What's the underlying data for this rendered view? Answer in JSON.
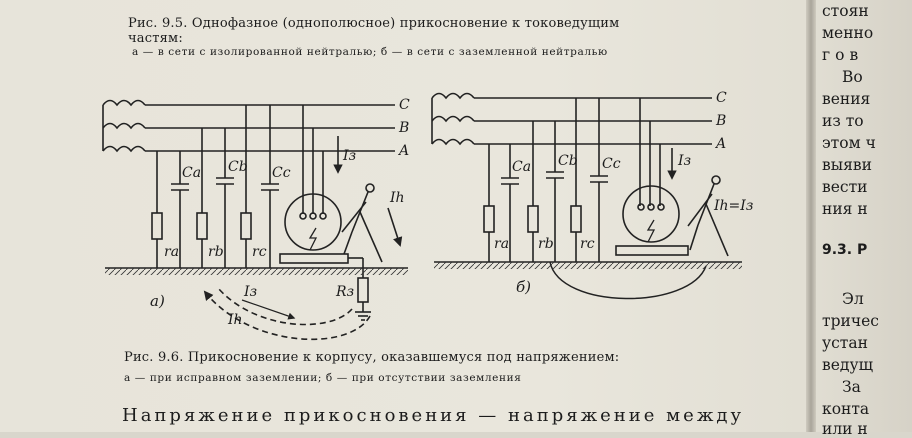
{
  "caption_95": {
    "line1": "Рис. 9.5. Однофазное (однополюсное) прикосновение к токоведущим",
    "line2": "частям:",
    "sub": "а — в сети с изолированной нейтралью; б — в сети с заземленной нейтралью"
  },
  "caption_96": {
    "line1": "Рис. 9.6. Прикосновение к корпусу, оказавшемуся под напряжением:",
    "sub": "а — при исправном заземлении; б — при отсутствии заземления"
  },
  "bottom_text": "Напряжение прикосновения — напряжение между",
  "right_column": [
    "стоян",
    "менно",
    "гов",
    "Во",
    "вения",
    "из то",
    "этом ч",
    "выяви",
    "вести",
    "ния н",
    "9.3. Р",
    "Эл",
    "тричес",
    "устан",
    "ведущ",
    "За",
    "конта",
    "или н"
  ],
  "diagram_a": {
    "phases": [
      "C",
      "B",
      "A"
    ],
    "caps": [
      "Ca",
      "Cb",
      "Cc"
    ],
    "resistors": [
      "ra",
      "rb",
      "rc"
    ],
    "current": "Iз",
    "body_current": "Ih",
    "ground_res": "Rз",
    "return_i": "Iз",
    "return_h": "Ih",
    "label": "а)"
  },
  "diagram_b": {
    "phases": [
      "C",
      "B",
      "A"
    ],
    "caps": [
      "Ca",
      "Cb",
      "Cc"
    ],
    "resistors": [
      "ra",
      "rb",
      "rc"
    ],
    "current": "Iз",
    "body_eq": "Ih=Iз",
    "label": "б)"
  }
}
